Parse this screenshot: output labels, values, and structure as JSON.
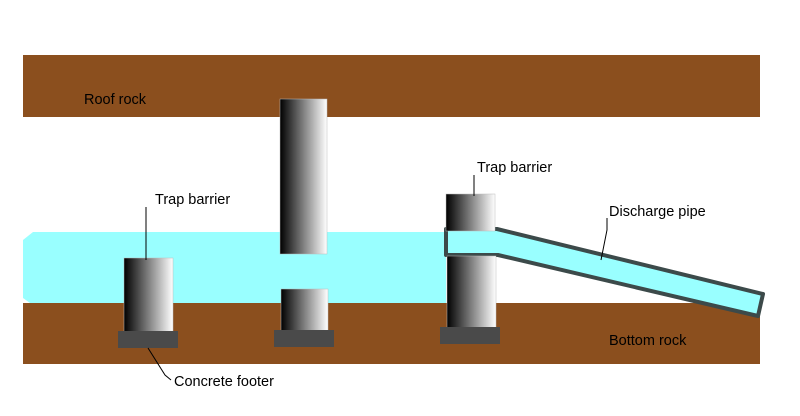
{
  "labels": {
    "roof_rock": "Roof rock",
    "bottom_rock": "Bottom rock",
    "trap_barrier_left": "Trap barrier",
    "trap_barrier_right": "Trap barrier",
    "discharge_pipe": "Discharge pipe",
    "concrete_footer": "Concrete footer"
  },
  "colors": {
    "rock": "#8B4F1E",
    "water": "#99FFFF",
    "footer": "#4A4A4A",
    "pipe_wall": "#3C4A4A",
    "pillar_dark": "#000000",
    "pillar_light": "#FFFFFF"
  }
}
